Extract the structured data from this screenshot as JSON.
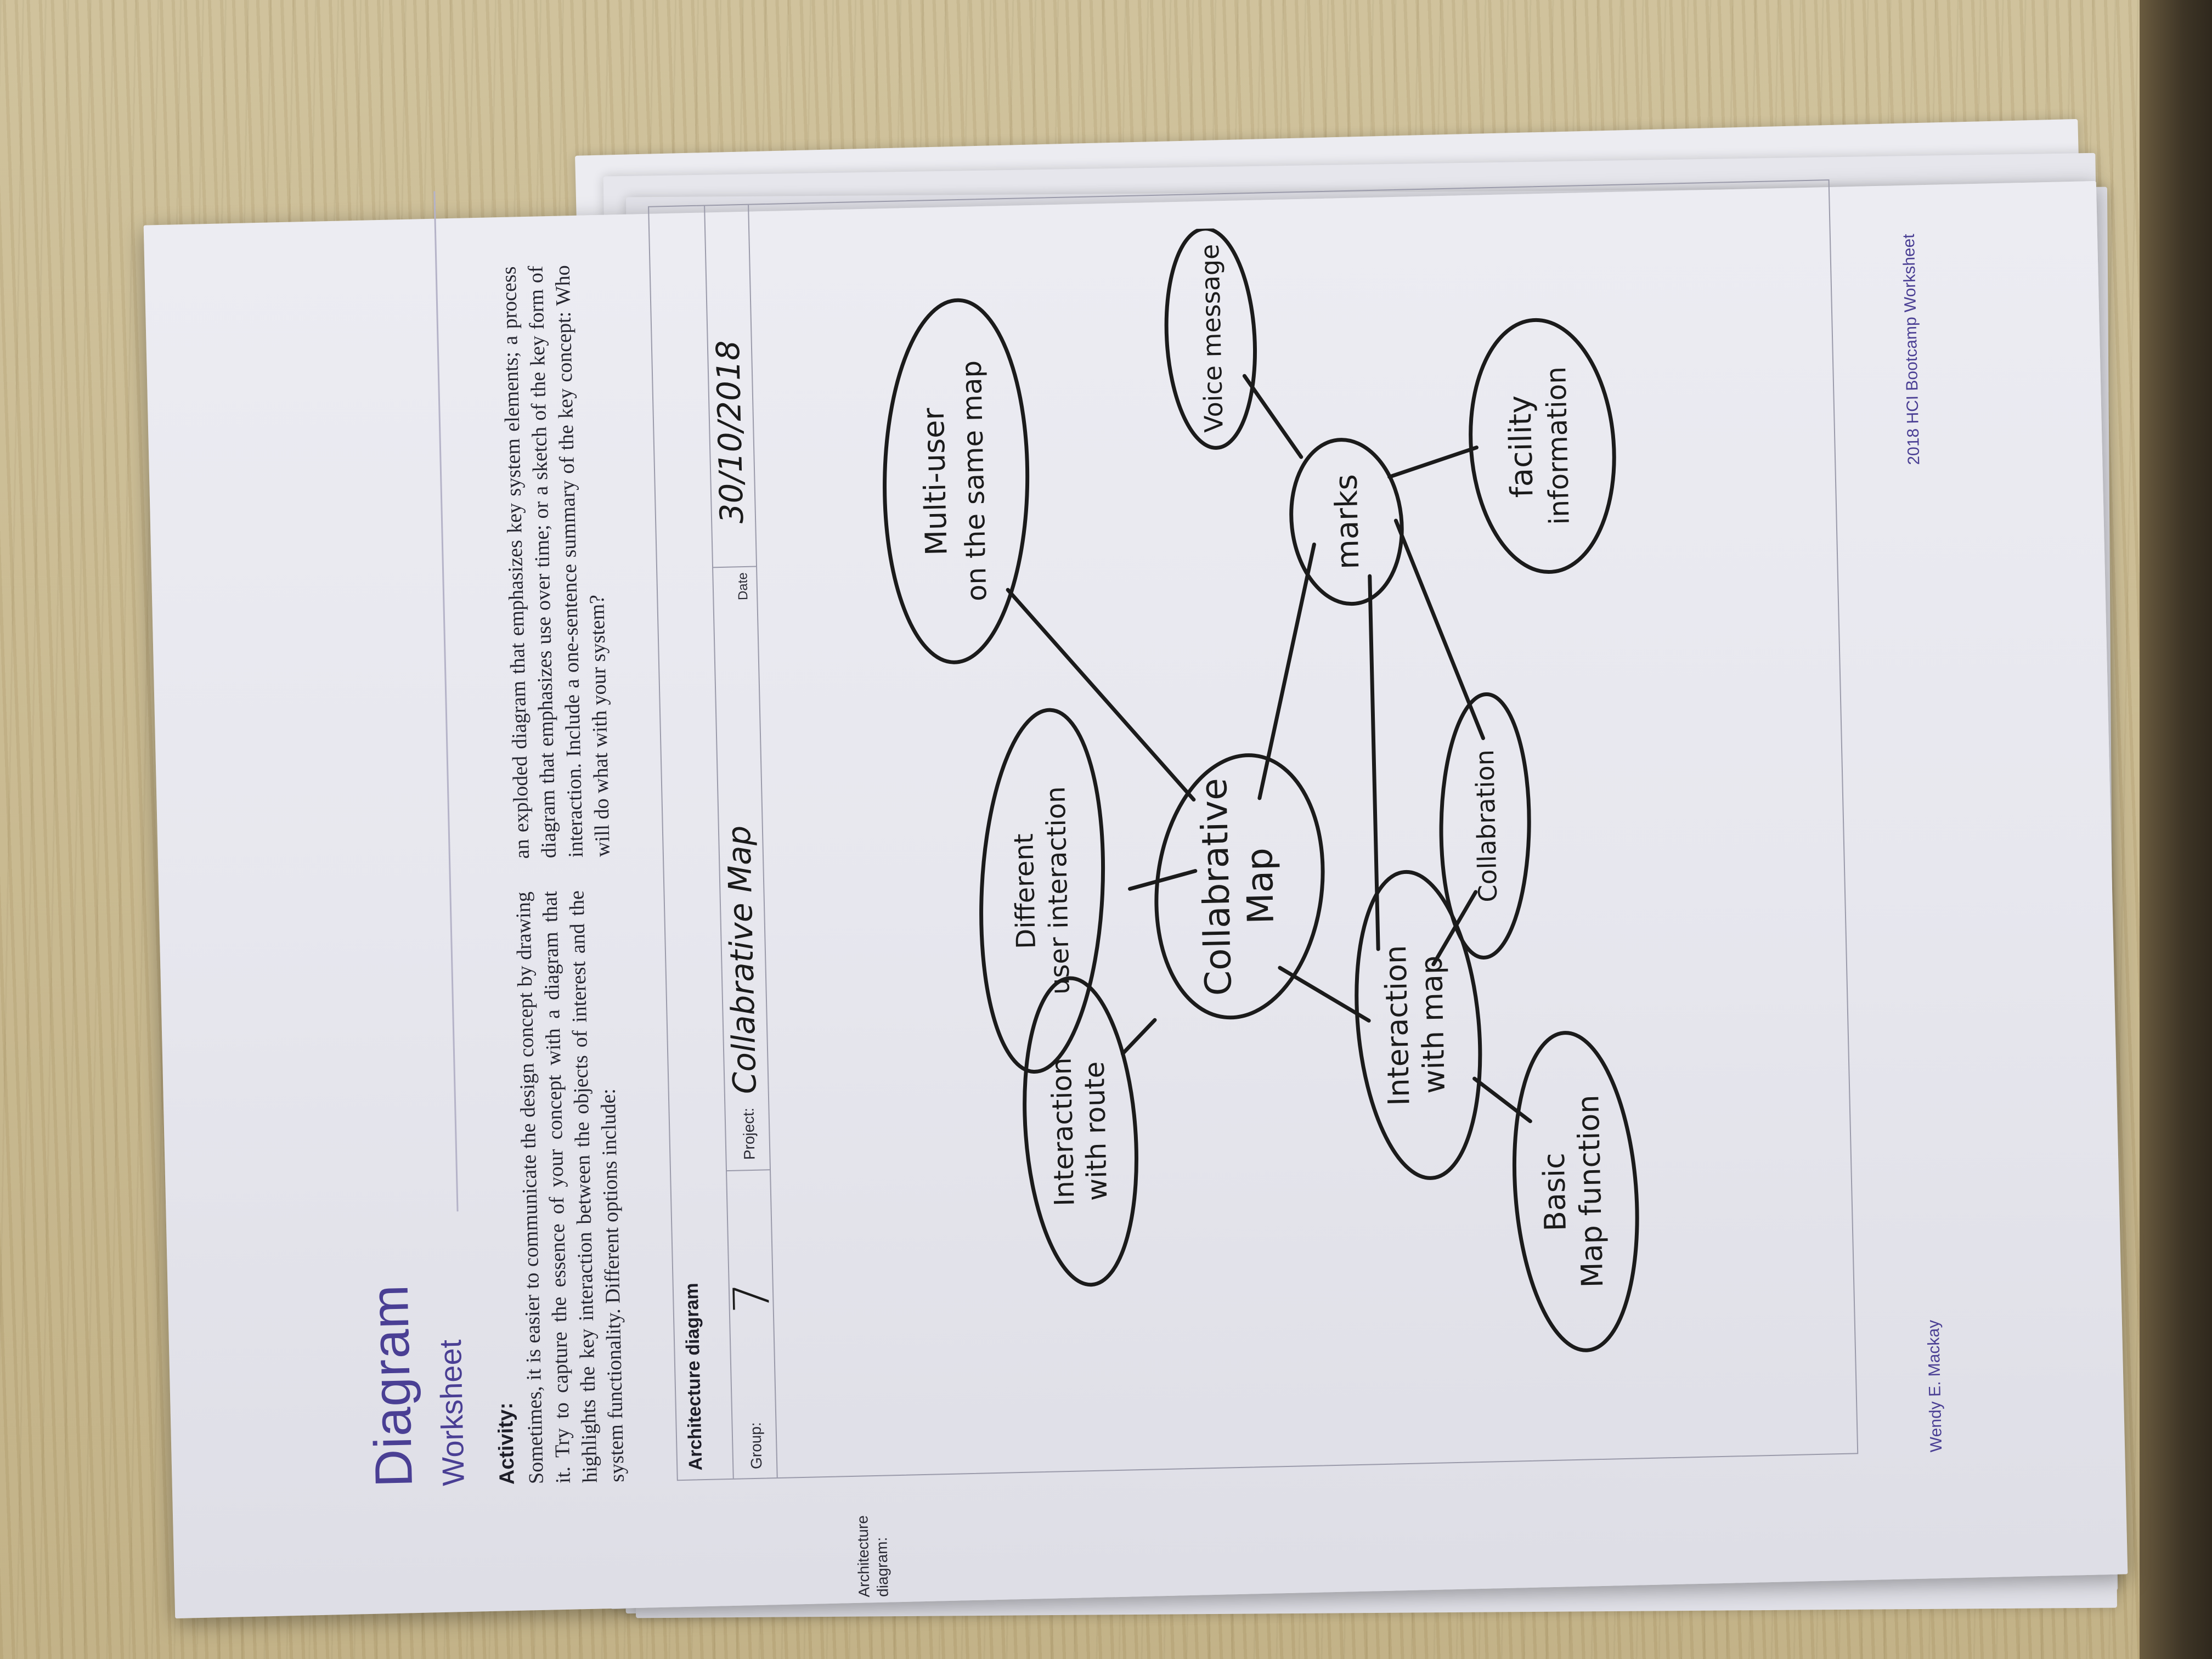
{
  "worksheet": {
    "title": "Diagram",
    "subtitle": "Worksheet",
    "activity_heading": "Activity:",
    "paragraph_col1": "Sometimes, it is easier to communicate the design concept by drawing it. Try to capture the essence of your concept with a diagram that highlights the key interaction between the objects of interest and the system functionality. Different options include:",
    "paragraph_col2": "an exploded diagram that emphasizes key system elements; a process diagram that emphasizes use over time; or a sketch of the key form of interaction. Include a one-sentence summary of the key concept: Who will do what with your system?",
    "box_title": "Architecture diagram",
    "group_label": "Group:",
    "group_value": "7",
    "project_label": "Project:",
    "project_value": "Collabrative Map",
    "date_label": "Date",
    "date_value": "30/10/2018",
    "side_label": "Architecture diagram:",
    "footer_left": "Wendy E. Mackay",
    "footer_right": "2018 HCI Bootcamp Worksheet"
  },
  "diagram": {
    "nodes": {
      "center": [
        "Collabrative",
        "Map"
      ],
      "different_user": [
        "Different",
        "user interaction"
      ],
      "multi_user": [
        "Multi-user",
        "on the same map"
      ],
      "route": [
        "Interaction",
        "with route"
      ],
      "with_map": [
        "Interaction",
        "with map"
      ],
      "basic": [
        "Basic",
        "Map function"
      ],
      "collabration": [
        "Collabration"
      ],
      "marks": [
        "marks"
      ],
      "facility": [
        "facility",
        "information"
      ],
      "voice": [
        "Voice message"
      ]
    }
  }
}
